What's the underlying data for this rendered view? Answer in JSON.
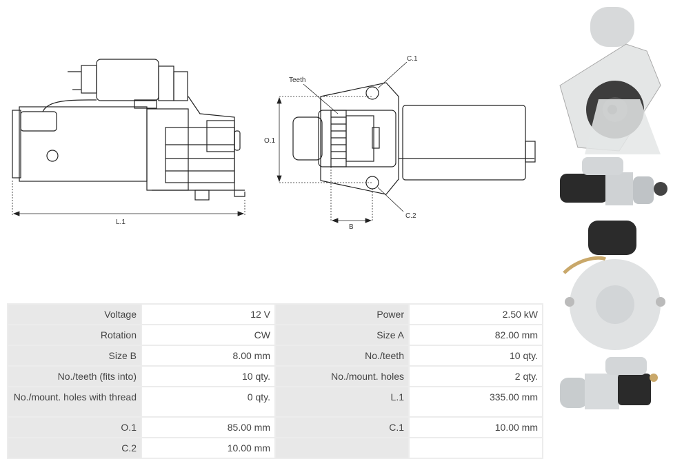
{
  "diagram": {
    "labels": {
      "l1": "L.1",
      "teeth": "Teeth",
      "o1": "O.1",
      "c1": "C.1",
      "c2": "C.2",
      "b": "B"
    }
  },
  "photos": [
    {
      "icon": "starter-front-view-photo"
    },
    {
      "icon": "starter-side-view-photo"
    },
    {
      "icon": "starter-rear-view-photo"
    },
    {
      "icon": "starter-angled-view-photo"
    }
  ],
  "specs": {
    "rows": [
      {
        "l1": "Voltage",
        "v1": "12 V",
        "l2": "Power",
        "v2": "2.50 kW"
      },
      {
        "l1": "Rotation",
        "v1": "CW",
        "l2": "Size A",
        "v2": "82.00 mm"
      },
      {
        "l1": "Size B",
        "v1": "8.00 mm",
        "l2": "No./teeth",
        "v2": "10 qty."
      },
      {
        "l1": "No./teeth (fits into)",
        "v1": "10 qty.",
        "l2": "No./mount. holes",
        "v2": "2 qty."
      },
      {
        "l1": "No./mount. holes with thread",
        "v1": "0 qty.",
        "l2": "L.1",
        "v2": "335.00 mm"
      },
      {
        "l1": "O.1",
        "v1": "85.00 mm",
        "l2": "C.1",
        "v2": "10.00 mm"
      },
      {
        "l1": "C.2",
        "v1": "10.00 mm",
        "l2": "",
        "v2": ""
      }
    ]
  }
}
